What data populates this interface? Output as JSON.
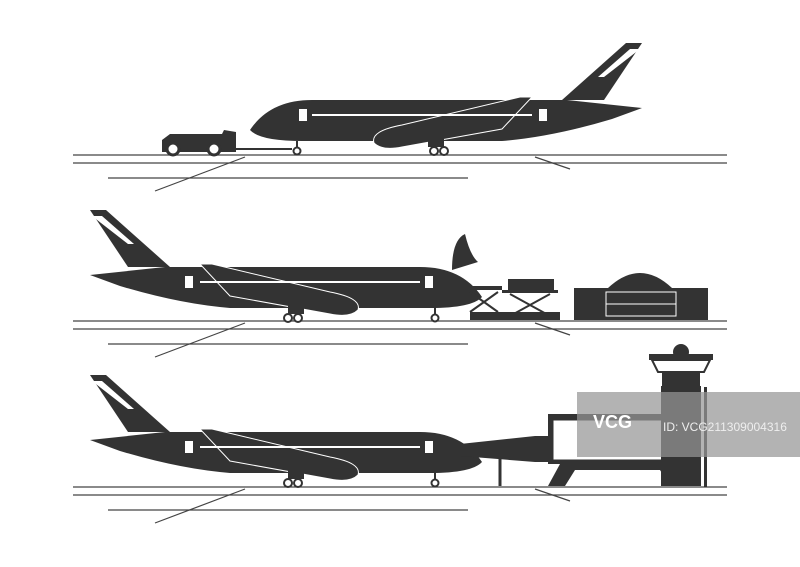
{
  "illustration": {
    "subject": "airport-airplanes",
    "fill_color": "#333333",
    "line_color": "#444444",
    "scenes": [
      "pushback-tug",
      "cargo-loading",
      "jet-bridge-boarding"
    ]
  },
  "watermark": {
    "logo": "VCG",
    "id_text": "ID: VCG211309004316"
  }
}
